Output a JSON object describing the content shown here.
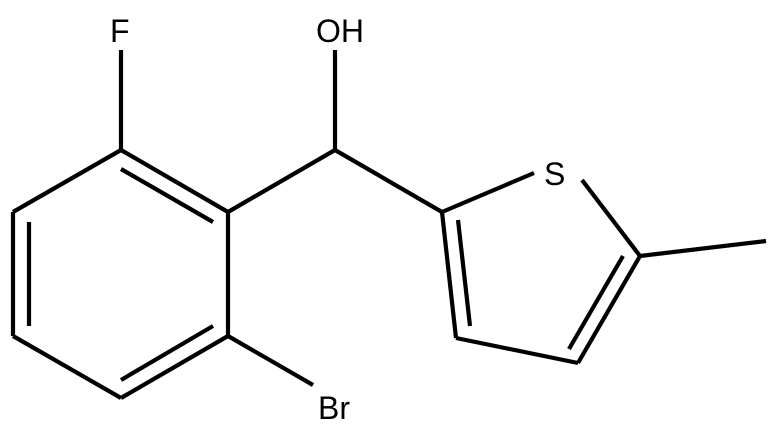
{
  "molecule": {
    "atoms": {
      "hydroxyl": "OH",
      "fluorine": "F",
      "bromine": "Br",
      "sulfur": "S"
    }
  }
}
